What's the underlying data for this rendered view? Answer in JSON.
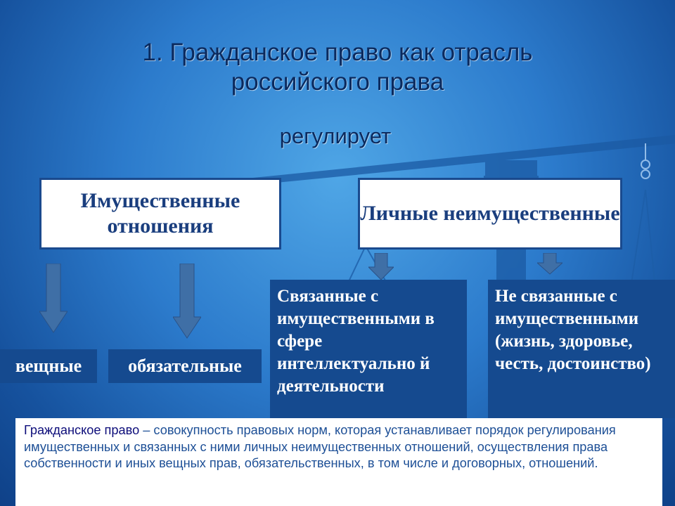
{
  "title": {
    "line1": "1. Гражданское право как отрасль",
    "line2": "российского права"
  },
  "subtitle": "регулирует",
  "categories": {
    "property": "Имущественные отношения",
    "personal": "Личные неимущественные"
  },
  "property_types": {
    "real": "вещные",
    "obligation": "обязательные"
  },
  "personal_types": {
    "related": "Связанные с имущественными в сфере интеллектуально й деятельности",
    "unrelated": "Не связанные с имущественными (жизнь, здоровье, честь, достоинство)"
  },
  "definition": {
    "term": "Гражданское право",
    "text": " – совокупность правовых норм, которая устанавливает порядок регулирования имущественных и связанных с ними личных неимущественных отношений, осуществления права собственности и иных вещных прав, обязательственных, в том числе и договорных, отношений."
  },
  "colors": {
    "background": "#2c7bcc",
    "title_text": "#0b2a5e",
    "dark_box": "#154a8f",
    "arrow": "#3f6fa6"
  }
}
